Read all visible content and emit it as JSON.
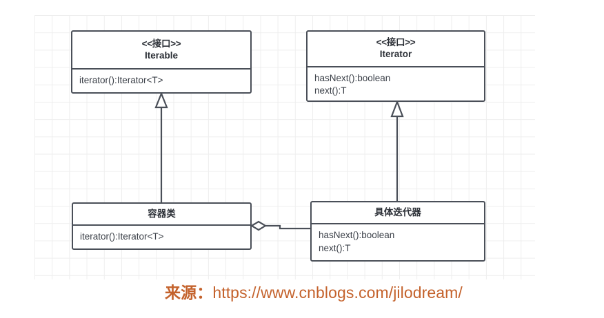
{
  "diagram": {
    "type": "uml-class-diagram",
    "title_caption": {
      "label": "来源：",
      "url": "https://www.cnblogs.com/jilodream/",
      "color": "#c4622c"
    },
    "style": {
      "box_border_color": "#4a4f58",
      "box_fill": "#ffffff",
      "grid_line_color": "#eeeeee",
      "text_color": "#2b2f36"
    },
    "classes": [
      {
        "id": "iterable",
        "stereotype": "<<接口>>",
        "name": "Iterable",
        "members": [
          "iterator():Iterator<T>"
        ]
      },
      {
        "id": "iterator",
        "stereotype": "<<接口>>",
        "name": "Iterator",
        "members": [
          "hasNext():boolean",
          "next():T"
        ]
      },
      {
        "id": "container",
        "stereotype": "",
        "name": "容器类",
        "members": [
          "iterator():Iterator<T>"
        ]
      },
      {
        "id": "concrete-iterator",
        "stereotype": "",
        "name": "具体迭代器",
        "members": [
          "hasNext():boolean",
          "next():T"
        ]
      }
    ],
    "relations": [
      {
        "id": "container-implements-iterable",
        "kind": "realization",
        "from": "容器类",
        "to": "Iterable",
        "arrow": "hollow-triangle"
      },
      {
        "id": "concrete-iterator-implements-iterator",
        "kind": "realization",
        "from": "具体迭代器",
        "to": "Iterator",
        "arrow": "hollow-triangle"
      },
      {
        "id": "container-aggregates-concrete-iterator",
        "kind": "aggregation",
        "from": "容器类",
        "to": "具体迭代器",
        "arrow": "hollow-diamond"
      }
    ]
  }
}
